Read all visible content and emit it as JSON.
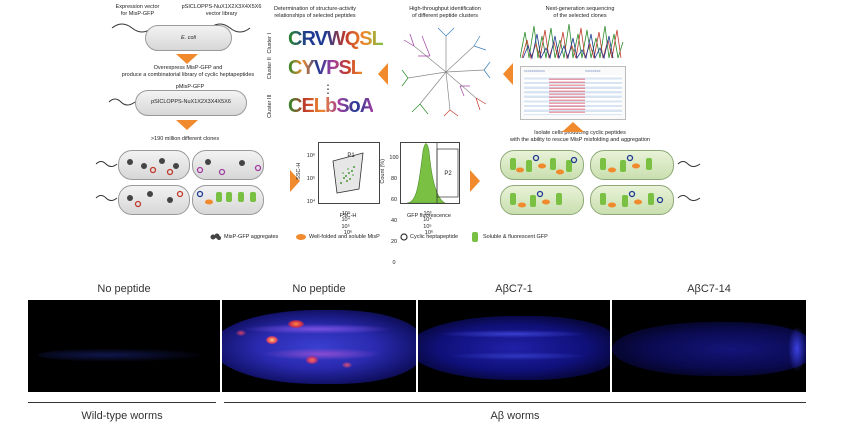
{
  "colors": {
    "arrow_orange": "#f08a2c",
    "cell_gray": "#dddddd",
    "gfp_green": "#7ac143",
    "ring_blue": "#1f3a93",
    "ring_red": "#c0392b",
    "ring_purple": "#a13fa0"
  },
  "pipeline": {
    "expression_vector": "Expression vector\nfor MisP-GFP",
    "library_vector": "pSICLOPPS-NuX1X2X3X4X5X6\nvector library",
    "ecoli_label": "E. coli",
    "overexpress_text": "Overexpress MisP-GFP and\nproduce a combinatorial library of cyclic heptapeptides",
    "pmisp_label": "pMisP-GFP",
    "psiclopps_label": "pSICLOPPS-NuX1X2X3X4X5X6",
    "clones_text": ">190 million different clones",
    "sar_title": "Determination of structure-activity\nrelationships of selected peptides",
    "cluster_labels": [
      "Cluster I",
      "Cluster II",
      "Cluster III"
    ],
    "logo_letters": [
      "CRVWQSL",
      "CYVPSL",
      "CELbSoA"
    ],
    "hts_title": "High-throughput identification\nof different peptide clusters",
    "ngs_title": "Next-generation sequencing\nof the selected clones",
    "isolate_text": "Isolate cells producing cyclic peptides\nwith the ability to rescue MisP misfolding and aggregation",
    "facs_gate_1": "P1",
    "facs_gate_2": "P2",
    "facs_xlabel_1": "FSC-H",
    "facs_ylabel_1": "SSC-H",
    "facs_xlabel_2": "GFP fluorescence",
    "facs_ylabel_2": "Count (%)",
    "ticks_1": [
      "10³",
      "10⁴",
      "10⁵",
      "10⁶"
    ],
    "ticks_2": [
      "10³",
      "10⁴",
      "10⁵",
      "10⁶"
    ],
    "ticks_y1": [
      "10⁶",
      "10⁵",
      "10⁴"
    ],
    "ticks_y2": [
      "100",
      "80",
      "60",
      "40",
      "20",
      "0"
    ],
    "dots": "⋮"
  },
  "legend": {
    "items": [
      {
        "label": "MisP-GFP aggregates",
        "icon": "aggregate-icon"
      },
      {
        "label": "Well-folded and soluble MisP",
        "icon": "folded-protein-icon"
      },
      {
        "label": "Cyclic heptapeptide",
        "icon": "ring-icon"
      },
      {
        "label": "Soluble & fluorescent GFP",
        "icon": "gfp-barrel-icon"
      }
    ]
  },
  "worm_panels": [
    {
      "title": "No peptide"
    },
    {
      "title": "No peptide"
    },
    {
      "title": "AβC7-1"
    },
    {
      "title": "AβC7-14"
    }
  ],
  "groups": {
    "wild_type": "Wild-type worms",
    "abeta": "Aβ worms"
  }
}
